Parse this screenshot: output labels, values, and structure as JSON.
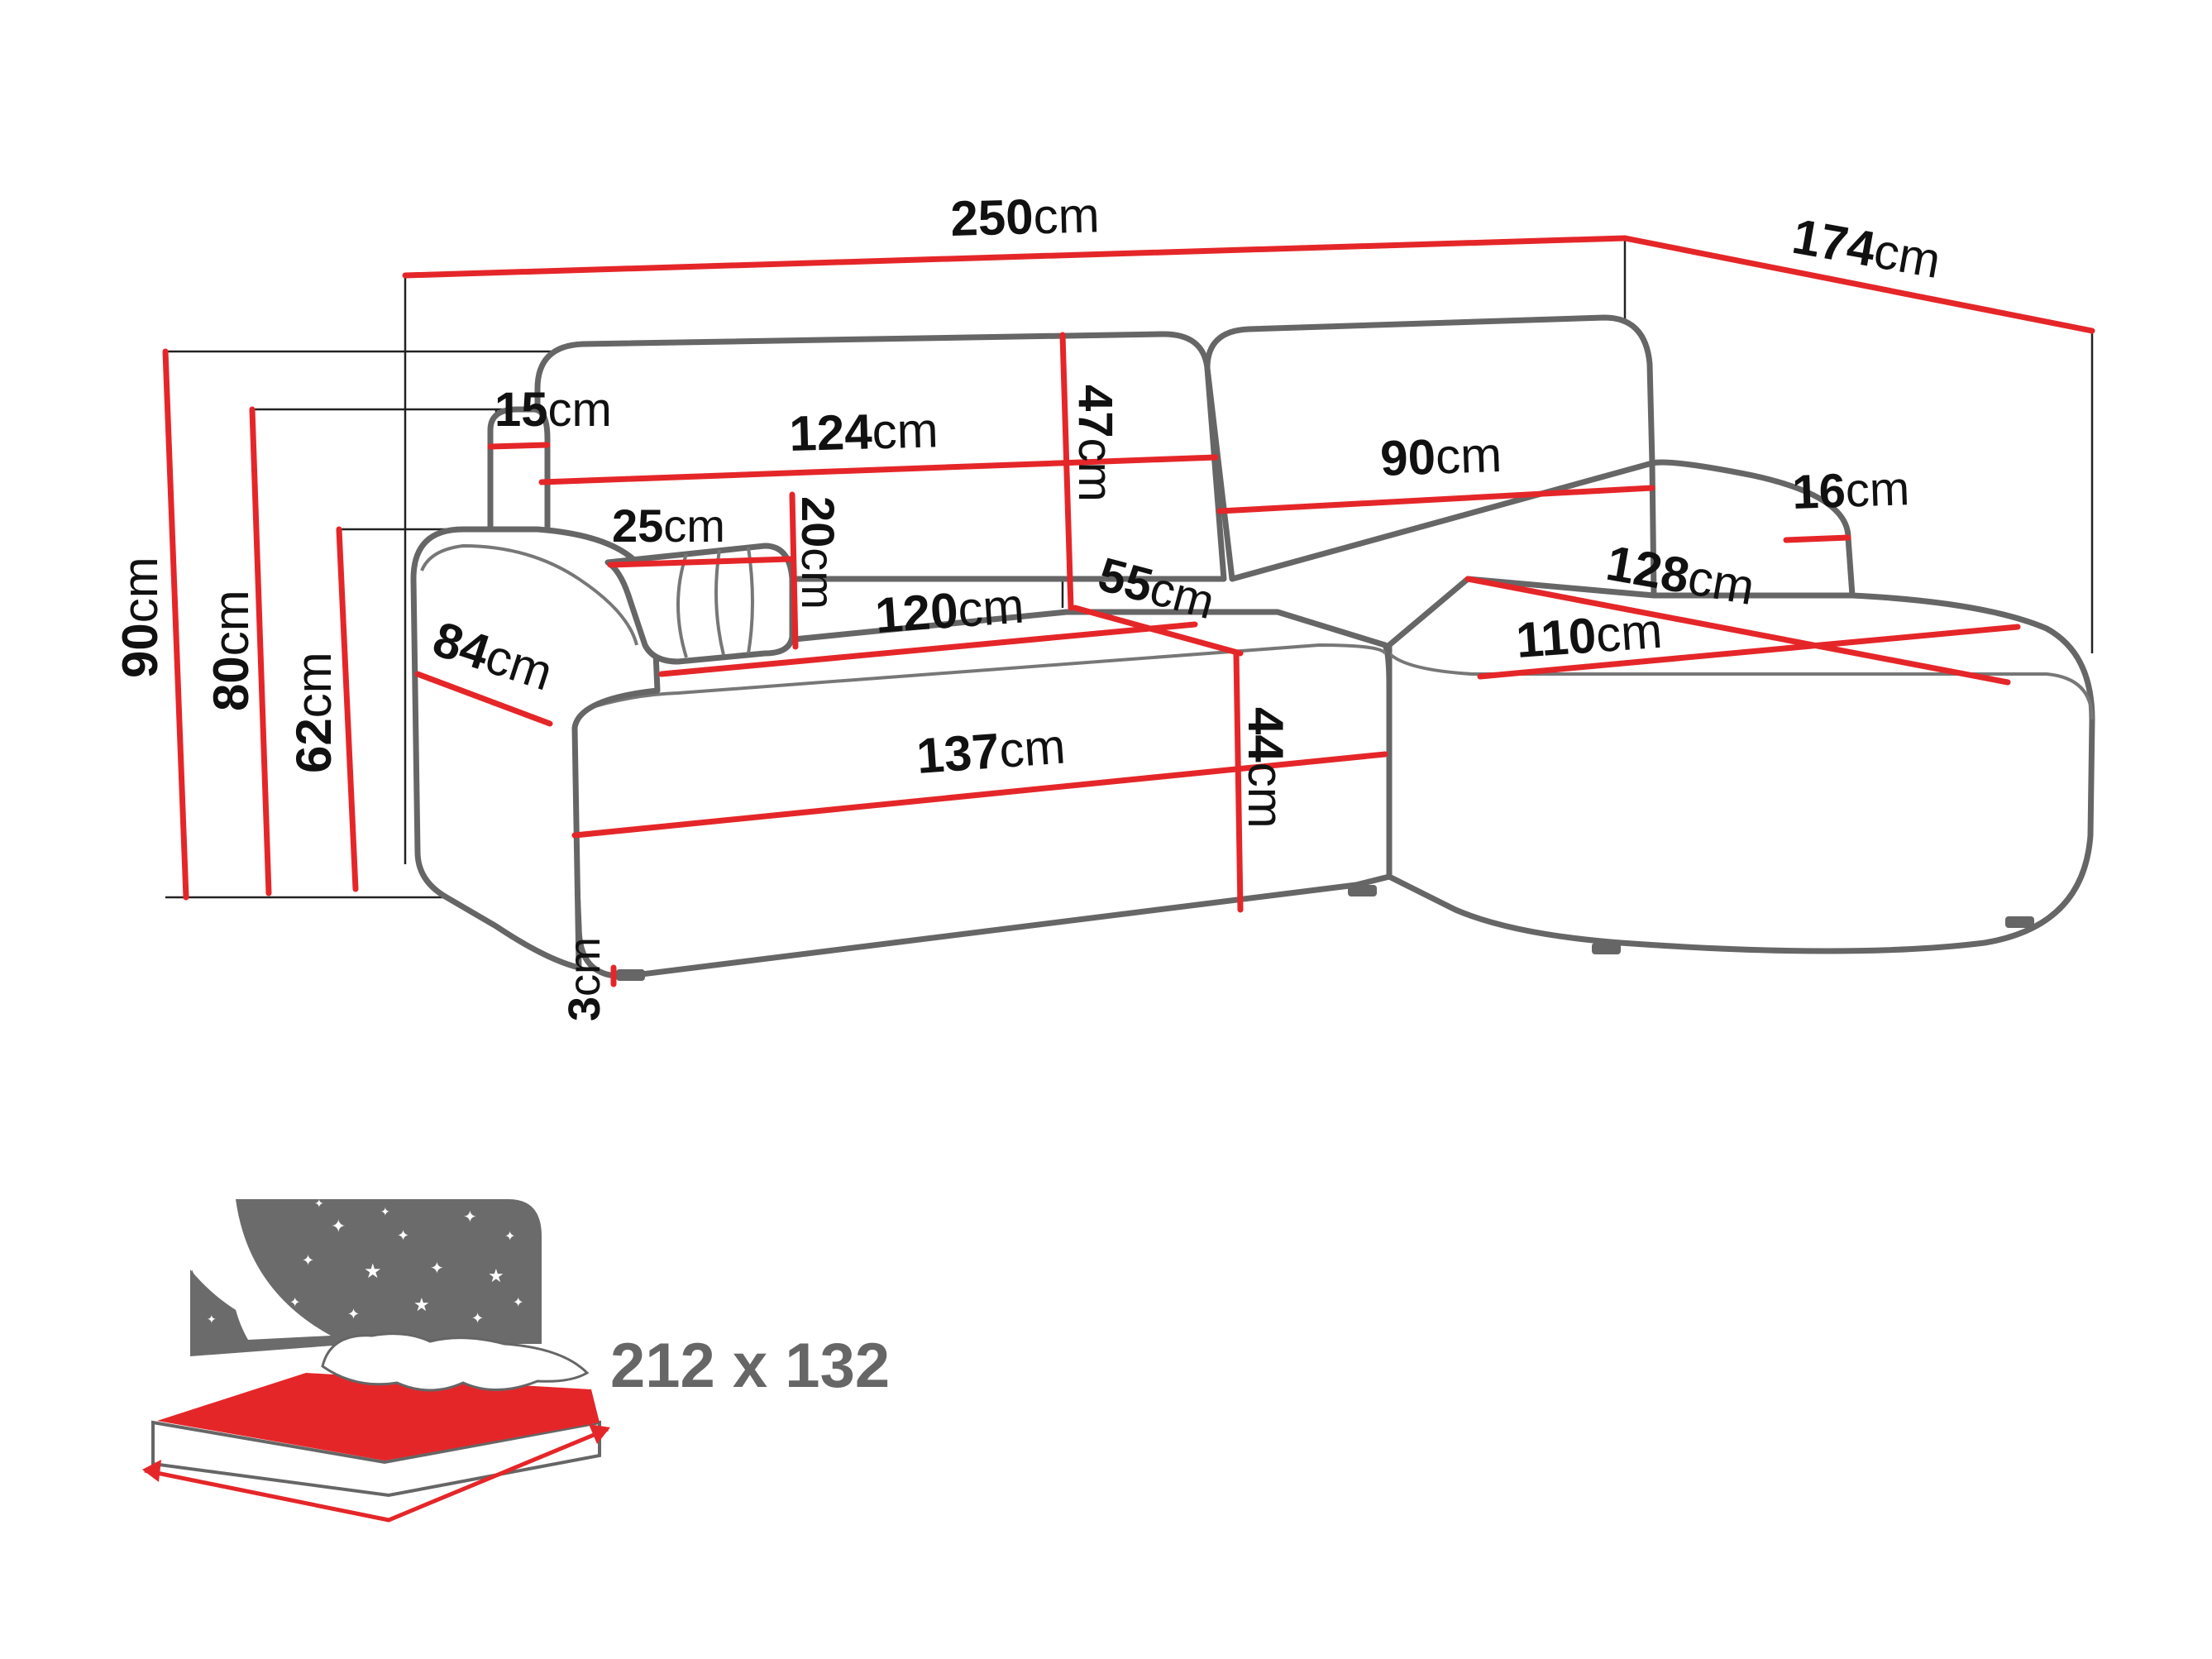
{
  "unit_label": "cm",
  "colors": {
    "dimension_line": "#e52629",
    "outline": "#666666",
    "extension_line": "#222222",
    "bed_mattress": "#e52629",
    "bed_frame": "#6b6b6b"
  },
  "dimensions": {
    "total_width": "250",
    "chaise_depth": "174",
    "total_height": "90",
    "back_height": "80",
    "armrest_height": "62",
    "armrest_width": "15",
    "backrest_width": "124",
    "backrest_height": "47",
    "chaise_back_width": "90",
    "chaise_armrest_width": "16",
    "pillow_width": "25",
    "pillow_height": "20",
    "seat_width": "120",
    "seat_depth": "55",
    "chaise_length": "128",
    "chaise_width": "110",
    "sofa_depth": "84",
    "front_width": "137",
    "seat_height": "44",
    "leg_height": "3"
  },
  "bed": {
    "icon": "sofa-bed-icon",
    "size_label": "212 x 132"
  }
}
